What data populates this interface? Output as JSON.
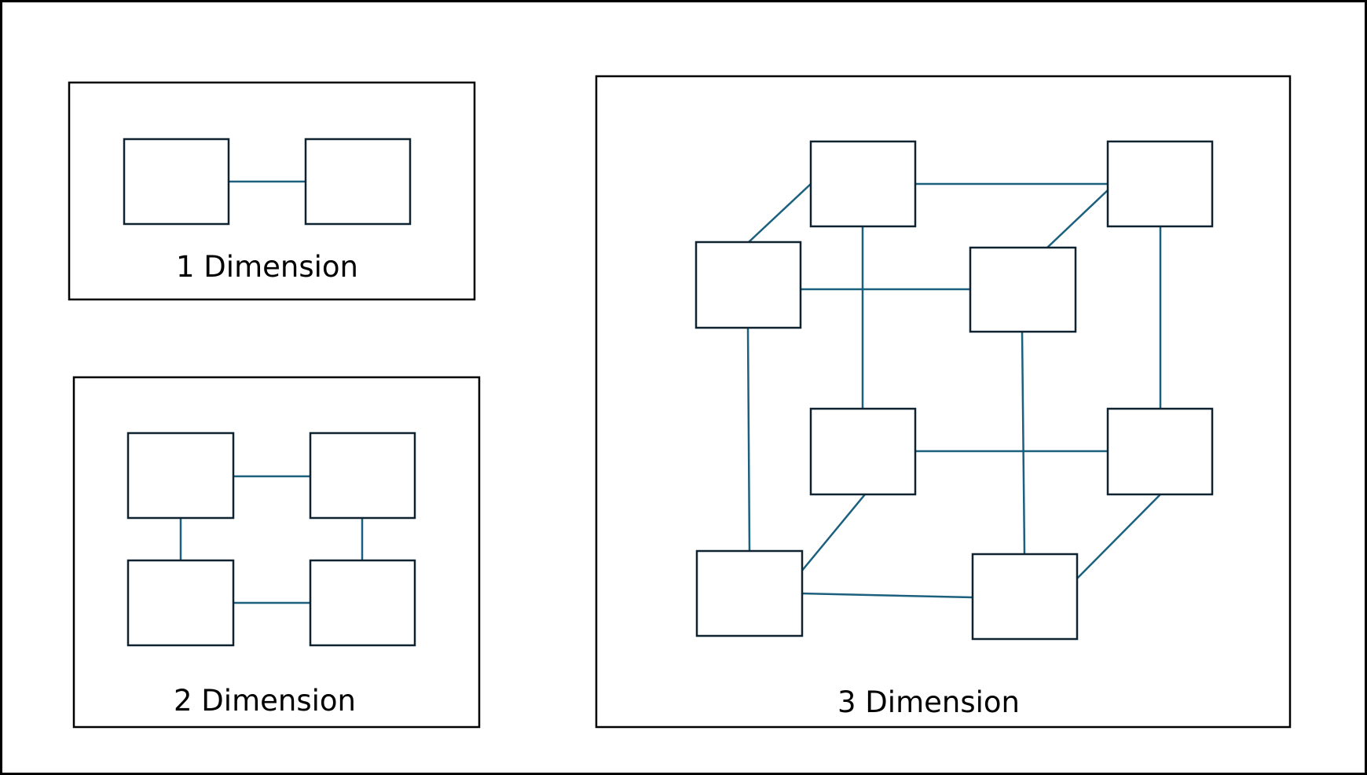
{
  "colors": {
    "background": "#ffffff",
    "panel_border": "#000000",
    "node_border": "#0e2230",
    "connector": "#1b607e"
  },
  "panels": {
    "one_d": {
      "label": "1 Dimension",
      "node_count": 2,
      "link_count": 1
    },
    "two_d": {
      "label": "2 Dimension",
      "node_count": 4,
      "link_count": 4
    },
    "three_d": {
      "label": "3 Dimension",
      "node_count": 8,
      "link_count": 12
    }
  }
}
